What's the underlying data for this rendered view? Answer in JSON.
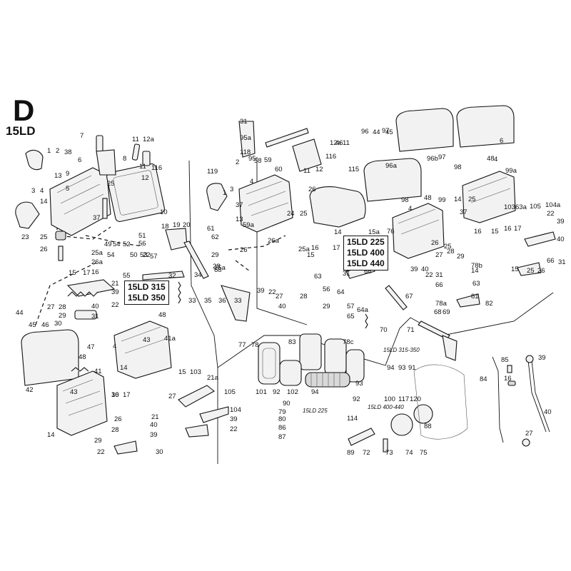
{
  "section_letter": "D",
  "model_label": "15LD",
  "variant_boxes": [
    {
      "lines": [
        "15LD 315",
        "15LD 350"
      ]
    },
    {
      "lines": [
        "15LD 225",
        "15LD 400",
        "15LD 440"
      ]
    }
  ],
  "notes": [
    "15LD 315-350",
    "15LD 400-440",
    "15LD 225"
  ],
  "callouts": [
    "7",
    "11",
    "12a",
    "1",
    "2",
    "38",
    "6",
    "8",
    "9",
    "11",
    "12",
    "116",
    "13",
    "5",
    "3",
    "4",
    "25",
    "14",
    "10",
    "23",
    "37",
    "25",
    "26",
    "25a",
    "26a",
    "54",
    "49",
    "54",
    "52",
    "56",
    "51",
    "50",
    "55",
    "53",
    "57",
    "18",
    "19",
    "20",
    "32",
    "15",
    "16",
    "17",
    "21",
    "39",
    "22",
    "27",
    "28",
    "29",
    "40",
    "31",
    "30",
    "48",
    "44",
    "45",
    "46",
    "47",
    "48",
    "41",
    "42",
    "43",
    "14",
    "41a",
    "4",
    "43",
    "14",
    "15",
    "103",
    "21a",
    "27",
    "105",
    "104",
    "39",
    "22",
    "16",
    "17",
    "21",
    "26",
    "28",
    "29",
    "40",
    "39",
    "22",
    "30",
    "31",
    "95a",
    "118",
    "119",
    "58",
    "59",
    "60",
    "11",
    "12",
    "115",
    "116",
    "95",
    "2",
    "1",
    "3",
    "4",
    "13",
    "26",
    "24",
    "25",
    "37",
    "14",
    "61",
    "62",
    "59a",
    "26",
    "26a",
    "25a",
    "15",
    "16",
    "17",
    "63",
    "56",
    "39",
    "22",
    "27",
    "28",
    "29",
    "40",
    "31",
    "66",
    "64",
    "65",
    "57",
    "64a",
    "67",
    "68",
    "69",
    "70",
    "71",
    "33",
    "15a",
    "33",
    "36",
    "35",
    "34",
    "68",
    "15a",
    "97",
    "96a",
    "96",
    "44",
    "45",
    "46",
    "11",
    "12a",
    "6",
    "96b",
    "97",
    "98",
    "4",
    "48",
    "99a",
    "98",
    "4",
    "48",
    "99",
    "14",
    "25",
    "37",
    "103",
    "63a",
    "105",
    "104a",
    "22",
    "39",
    "40",
    "31",
    "66",
    "26",
    "25",
    "15",
    "16",
    "15",
    "16",
    "17",
    "26",
    "25",
    "27",
    "28",
    "29",
    "40",
    "39",
    "22",
    "31",
    "66",
    "63",
    "14",
    "81",
    "82",
    "78a",
    "78b",
    "76",
    "77",
    "78",
    "83",
    "78c",
    "101",
    "92",
    "102",
    "94",
    "93",
    "92",
    "94",
    "93",
    "91",
    "100",
    "117",
    "120",
    "90",
    "79",
    "80",
    "86",
    "87",
    "114",
    "88",
    "89",
    "72",
    "73",
    "74",
    "75",
    "84",
    "85",
    "16",
    "39",
    "40",
    "27",
    "30",
    "29",
    "28",
    "22"
  ]
}
